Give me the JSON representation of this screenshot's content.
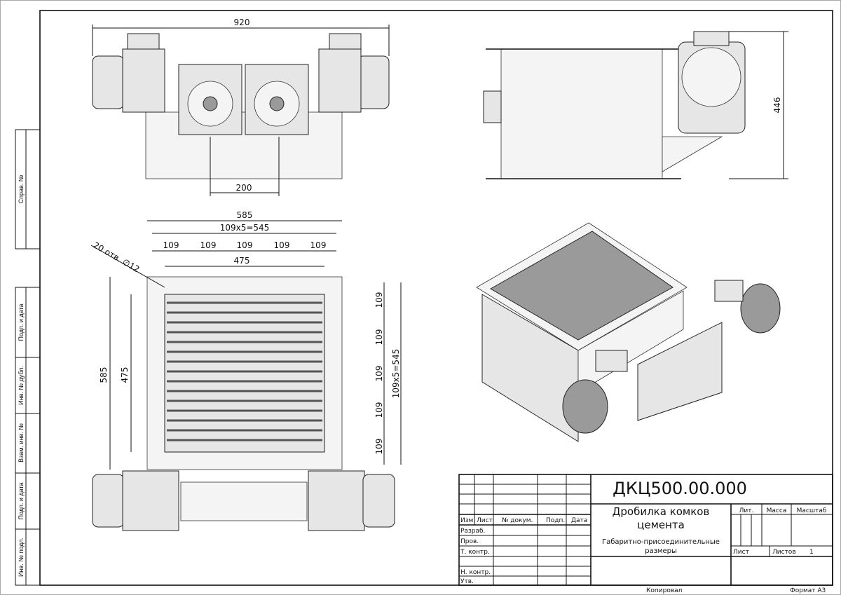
{
  "title_block": {
    "designation": "ДКЦ500.00.000",
    "name_line1": "Дробилка комков",
    "name_line2": "цемента",
    "doc_type_line1": "Габаритно-присоединительные",
    "doc_type_line2": "размеры",
    "col_headers": [
      "Изм.",
      "Лист",
      "№ докум.",
      "Подп.",
      "Дата"
    ],
    "roles": [
      "Разраб.",
      "Пров.",
      "Т. контр.",
      "",
      "Н. контр.",
      "Утв."
    ],
    "lit_label": "Лит.",
    "mass_label": "Масса",
    "scale_label": "Масштаб",
    "sheet_label": "Лист",
    "sheets_label": "Листов",
    "sheets_count": "1",
    "copied_label": "Копировал",
    "format_label": "Формат А3"
  },
  "side_strip": [
    "Справ. №",
    "Подп. и дата",
    "Инв. № дубл.",
    "Взам. инв. №",
    "Подп. и дата",
    "Инв. № подл."
  ],
  "dimensions": {
    "top_width": "920",
    "top_shaft_spacing": "200",
    "side_height": "446",
    "plan_width": "585",
    "plan_pitch_total": "109x5=545",
    "plan_pitch": [
      "109",
      "109",
      "109",
      "109",
      "109"
    ],
    "plan_inner": "475",
    "holes": "20 отв. ∅12",
    "plan_height": "585",
    "plan_inner_v": "475",
    "plan_pitch_v": [
      "109",
      "109",
      "109",
      "109",
      "109"
    ],
    "plan_pitch_total_v": "109x5=545"
  }
}
